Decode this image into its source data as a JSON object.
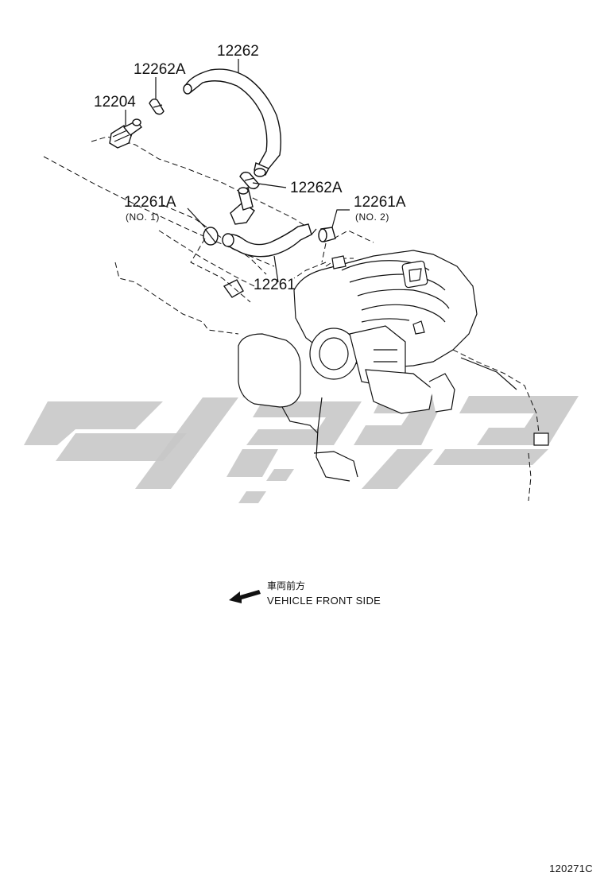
{
  "callouts": {
    "hose_main": "12262",
    "clamp_upper": "12262A",
    "pcv_valve": "12204",
    "clamp_lower": "12262A",
    "clamp_no1": "12261A",
    "clamp_no1_sub": "(NO. 1)",
    "clamp_no2": "12261A",
    "clamp_no2_sub": "(NO. 2)",
    "hose_lower": "12261"
  },
  "front_note": {
    "jp": "車両前方",
    "en": "VEHICLE FRONT SIDE"
  },
  "reference_code": "120271C",
  "colors": {
    "line": "#111111",
    "watermark": "#c8c8c8",
    "background": "#ffffff"
  },
  "icons": {
    "direction": "left-arrow-icon"
  }
}
